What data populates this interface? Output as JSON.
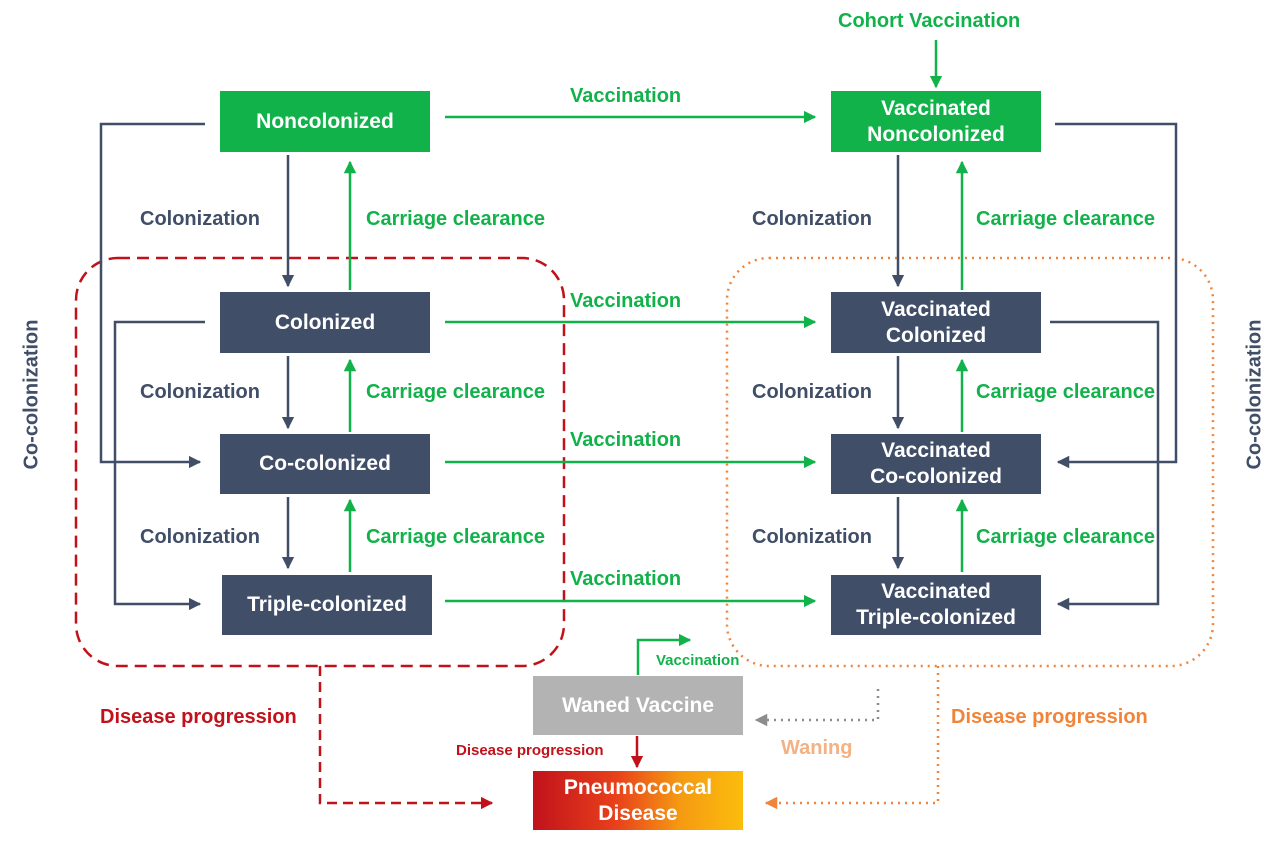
{
  "nodes": {
    "noncolonized": "Noncolonized",
    "colonized": "Colonized",
    "co_colonized": "Co-colonized",
    "triple_colonized": "Triple-colonized",
    "vacc_noncolonized": [
      "Vaccinated",
      "Noncolonized"
    ],
    "vacc_colonized": [
      "Vaccinated",
      "Colonized"
    ],
    "vacc_co_colonized": [
      "Vaccinated",
      "Co-colonized"
    ],
    "vacc_triple_colonized": [
      "Vaccinated",
      "Triple-colonized"
    ],
    "waned_vaccine": "Waned Vaccine",
    "pneumococcal_disease": [
      "Pneumococcal",
      "Disease"
    ]
  },
  "labels": {
    "cohort_vaccination": "Cohort Vaccination",
    "vaccination": "Vaccination",
    "colonization": "Colonization",
    "carriage_clearance": "Carriage clearance",
    "co_colonization": "Co-colonization",
    "disease_progression": "Disease progression",
    "waning": "Waning"
  },
  "colors": {
    "green": "#12b24b",
    "navy": "#404e68",
    "red": "#c1121b",
    "orange": "#f0843a",
    "grey": "#b3b3b3"
  }
}
